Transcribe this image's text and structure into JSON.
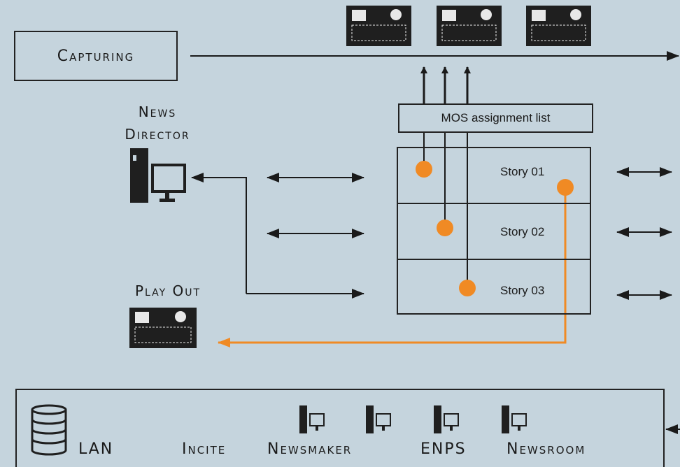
{
  "capturing": {
    "label": "Capturing"
  },
  "news_director": {
    "line1": "News",
    "line2": "Director"
  },
  "play_out": {
    "label": "Play Out"
  },
  "mos": {
    "label": "MOS assignment list"
  },
  "stories": [
    {
      "label": "Story 01"
    },
    {
      "label": "Story 02"
    },
    {
      "label": "Story 03"
    }
  ],
  "bottom": {
    "lan": "LAN",
    "systems": [
      "Incite",
      "Newsmaker",
      "ENPS",
      "Newsroom"
    ]
  },
  "colors": {
    "background": "#c5d4dd",
    "accent": "#f08a24",
    "line": "#1a1a1a"
  }
}
